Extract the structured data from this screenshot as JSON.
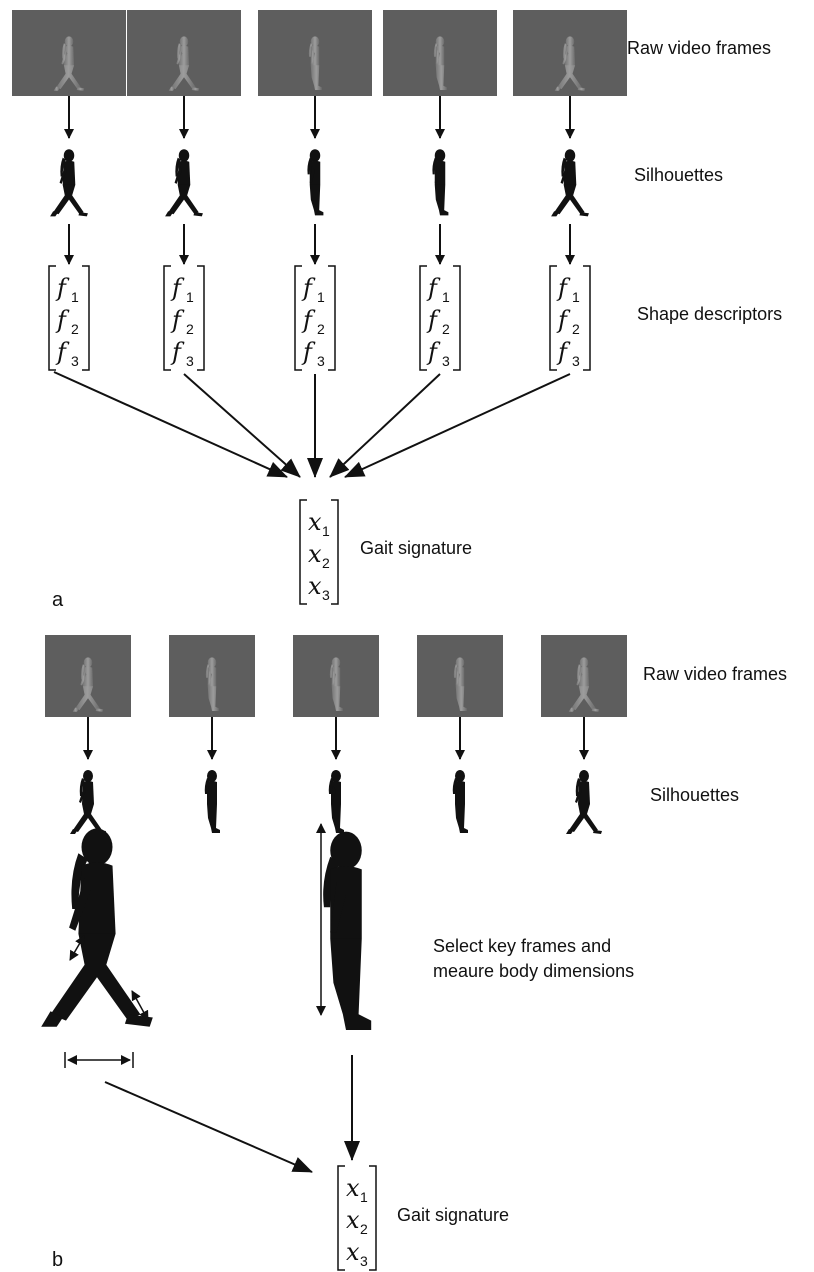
{
  "panel_a": {
    "letter": "a",
    "labels": {
      "raw_frames": "Raw video frames",
      "silhouettes": "Silhouettes",
      "shape_descriptors": "Shape descriptors",
      "gait_signature": "Gait signature"
    },
    "descriptor_symbol": "f",
    "descriptor_indices": [
      "1",
      "2",
      "3"
    ],
    "signature_symbol": "x",
    "signature_indices": [
      "1",
      "2",
      "3"
    ]
  },
  "panel_b": {
    "letter": "b",
    "labels": {
      "raw_frames": "Raw video frames",
      "silhouettes": "Silhouettes",
      "key_frames_line1": "Select key frames and",
      "key_frames_line2": "meaure body dimensions",
      "gait_signature": "Gait signature"
    },
    "signature_symbol": "x",
    "signature_indices": [
      "1",
      "2",
      "3"
    ]
  },
  "colors": {
    "frame_background": "#5e5e5e",
    "silhouette": "#111111",
    "arrow": "#111111"
  }
}
